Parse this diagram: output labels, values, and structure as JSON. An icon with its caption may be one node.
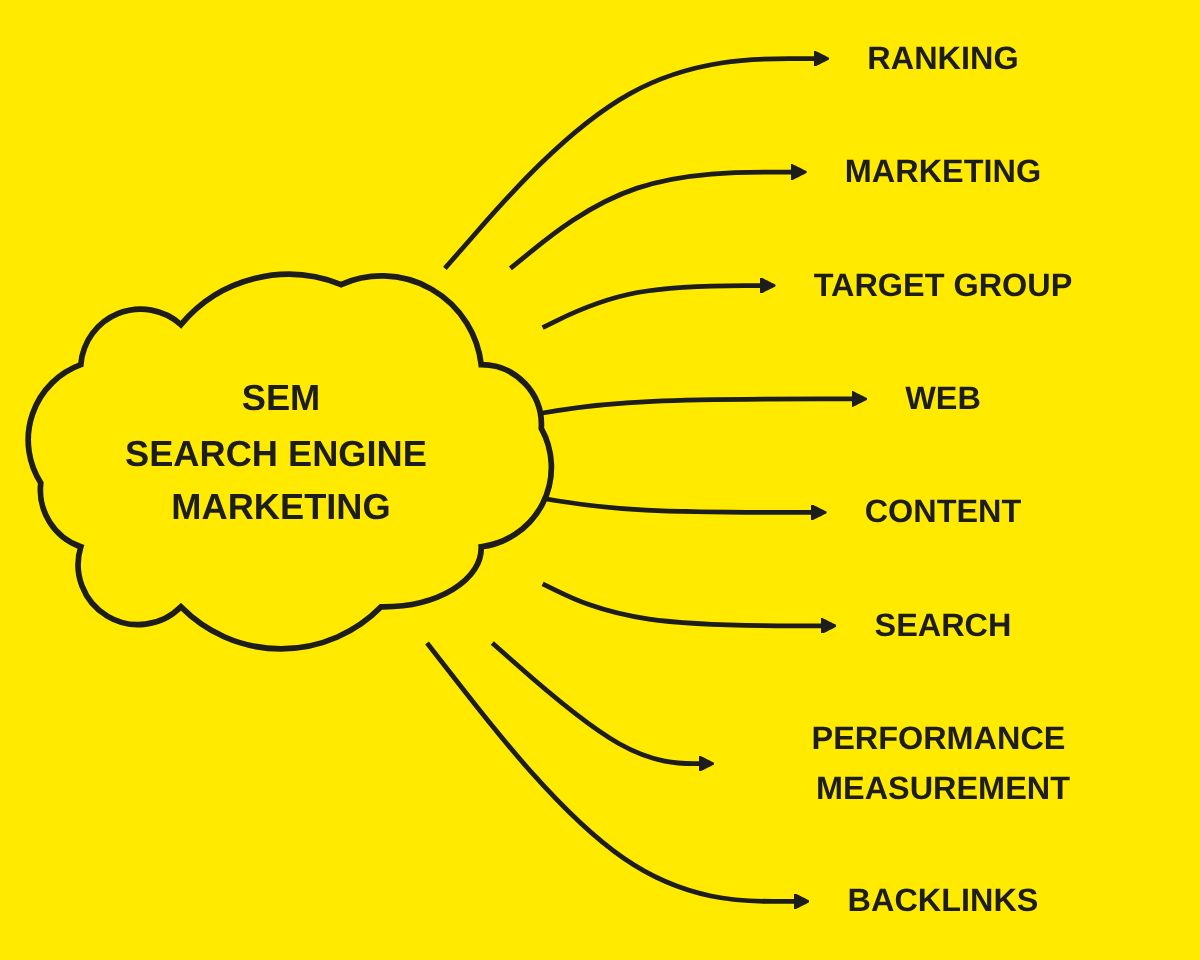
{
  "diagram": {
    "nodes": [
      {
        "text": [
          "RANKING"
        ]
      },
      {
        "text": [
          "MARKETING"
        ]
      },
      {
        "text": [
          "TARGET GROUP"
        ]
      },
      {
        "text": [
          "WEB"
        ]
      },
      {
        "text": [
          "SEM",
          "SEARCH ENGINE MARKETING"
        ]
      },
      {
        "text": [
          "CONTENT"
        ]
      },
      {
        "text": [
          "SEARCH"
        ]
      },
      {
        "text": [
          "PERFORMANCE MEASUREMENT"
        ]
      },
      {
        "text": [
          "BACKLINKS"
        ]
      }
    ],
    "edges": [
      {
        "from": 4,
        "to": 0,
        "arrow": "to"
      },
      {
        "from": 4,
        "to": 1,
        "arrow": "to"
      },
      {
        "from": 4,
        "to": 2,
        "arrow": "to"
      },
      {
        "from": 4,
        "to": 3,
        "arrow": "to"
      },
      {
        "from": 4,
        "to": 5,
        "arrow": "to"
      },
      {
        "from": 4,
        "to": 6,
        "arrow": "to"
      },
      {
        "from": 4,
        "to": 7,
        "arrow": "to"
      },
      {
        "from": 4,
        "to": 8,
        "arrow": "to"
      }
    ]
  }
}
